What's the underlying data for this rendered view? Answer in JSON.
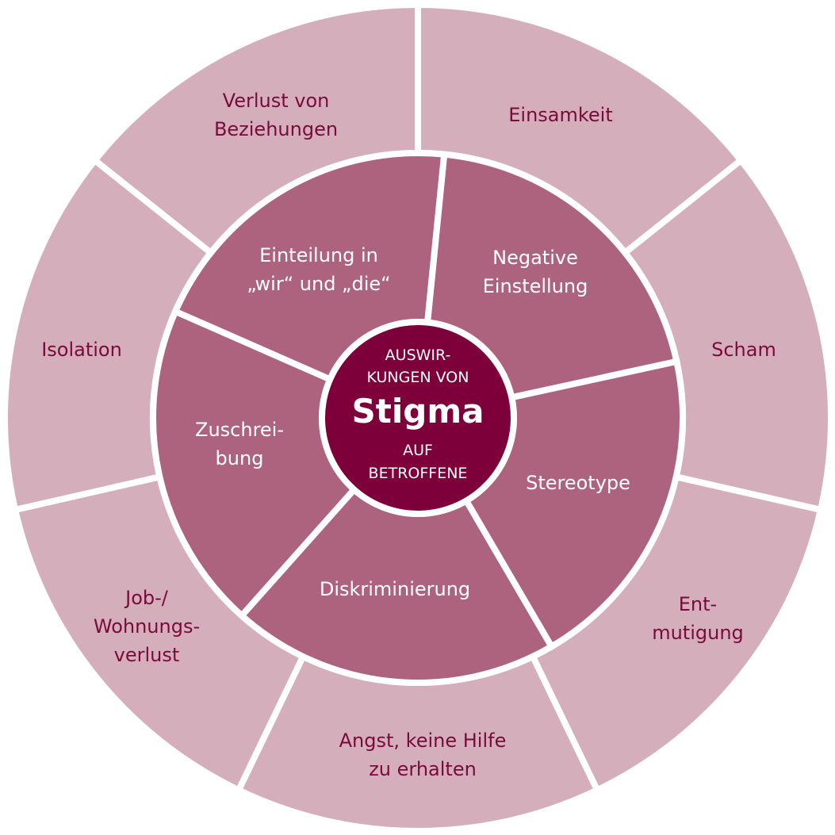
{
  "colors": {
    "outer": "#d5aebc",
    "middle": "#ad637d",
    "center": "#7d003a",
    "outer_text": "#7a0a3a",
    "gap": "#ffffff"
  },
  "center": {
    "line1": "AUSWIR-",
    "line2": "KUNGEN VON",
    "title": "Stigma",
    "line3": "AUF",
    "line4": "BETROFFENE"
  },
  "middle_segments": [
    {
      "lines": [
        "Negative",
        "Einstellung"
      ]
    },
    {
      "lines": [
        "Stereotype"
      ]
    },
    {
      "lines": [
        "Diskriminierung"
      ]
    },
    {
      "lines": [
        "Zuschrei-",
        "bung"
      ]
    },
    {
      "lines": [
        "Einteilung in",
        "„wir“ und „die“"
      ]
    }
  ],
  "outer_segments": [
    {
      "lines": [
        "Einsamkeit"
      ]
    },
    {
      "lines": [
        "Scham"
      ]
    },
    {
      "lines": [
        "Ent-",
        "mutigung"
      ]
    },
    {
      "lines": [
        "Angst, keine Hilfe",
        "zu erhalten"
      ]
    },
    {
      "lines": [
        "Job-/",
        "Wohnungs-",
        "verlust"
      ]
    },
    {
      "lines": [
        "Isolation"
      ]
    },
    {
      "lines": [
        "Verlust von",
        "Beziehungen"
      ]
    }
  ]
}
